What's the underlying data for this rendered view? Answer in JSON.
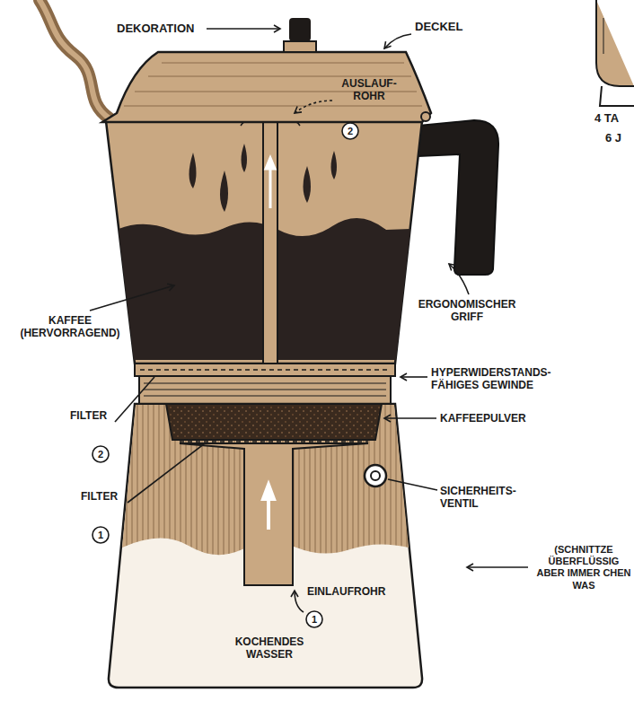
{
  "diagram": {
    "labels": [
      "DEKORATION",
      "DECKEL",
      "AUSLAUF- ROHR",
      "2",
      "4 TA",
      "6 J",
      "KAFFEE (HERVORRAGEND)",
      "ERGONOMISCHER GRIFF",
      "HYPERWIDERSTANDS- FÄHIGES GEWINDE",
      "FILTER",
      "2",
      "KAFFEEPULVER",
      "FILTER",
      "1",
      "SICHERHEITS- VENTIL",
      "(SCHNITTZE ÜBERFLÜSSIG ABER IMMER CHEN WAS",
      "EINLAUFROHR",
      "1",
      "KOCHENDES WASSER"
    ]
  }
}
